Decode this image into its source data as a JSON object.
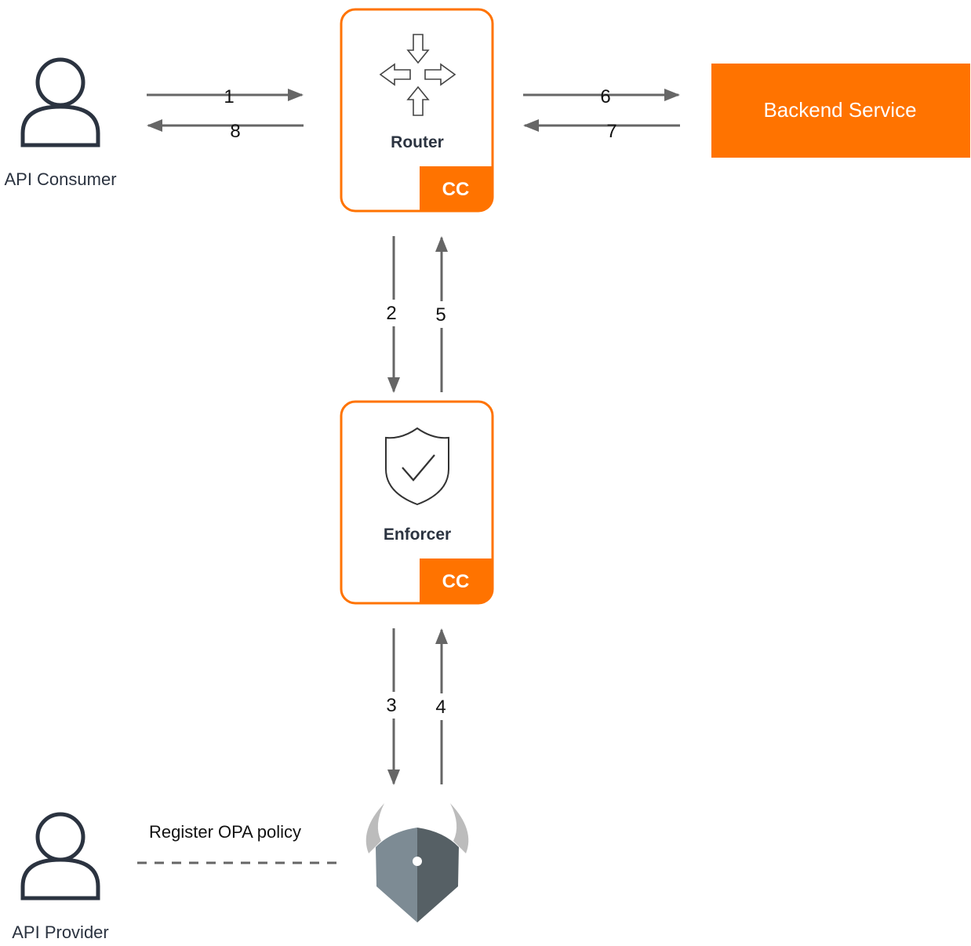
{
  "colors": {
    "accent": "#FF7300",
    "arrow": "#666666",
    "person": "#2b3340",
    "text": "#2b3340"
  },
  "nodes": {
    "api_consumer": {
      "label": "API Consumer",
      "icon": "user-icon"
    },
    "router": {
      "label": "Router",
      "badge": "CC",
      "icon": "router-arrows-icon"
    },
    "backend_service": {
      "label": "Backend Service"
    },
    "enforcer": {
      "label": "Enforcer",
      "badge": "CC",
      "icon": "shield-check-icon"
    },
    "opa": {
      "icon": "opa-viking-icon"
    },
    "api_provider": {
      "label": "API Provider",
      "icon": "user-icon"
    }
  },
  "edges": [
    {
      "step": "1",
      "from": "api_consumer",
      "to": "router"
    },
    {
      "step": "2",
      "from": "router",
      "to": "enforcer"
    },
    {
      "step": "3",
      "from": "enforcer",
      "to": "opa"
    },
    {
      "step": "4",
      "from": "opa",
      "to": "enforcer"
    },
    {
      "step": "5",
      "from": "enforcer",
      "to": "router"
    },
    {
      "step": "6",
      "from": "router",
      "to": "backend_service"
    },
    {
      "step": "7",
      "from": "backend_service",
      "to": "router"
    },
    {
      "step": "8",
      "from": "router",
      "to": "api_consumer"
    }
  ],
  "policy_link": {
    "label": "Register OPA policy",
    "from": "api_provider",
    "to": "opa"
  }
}
